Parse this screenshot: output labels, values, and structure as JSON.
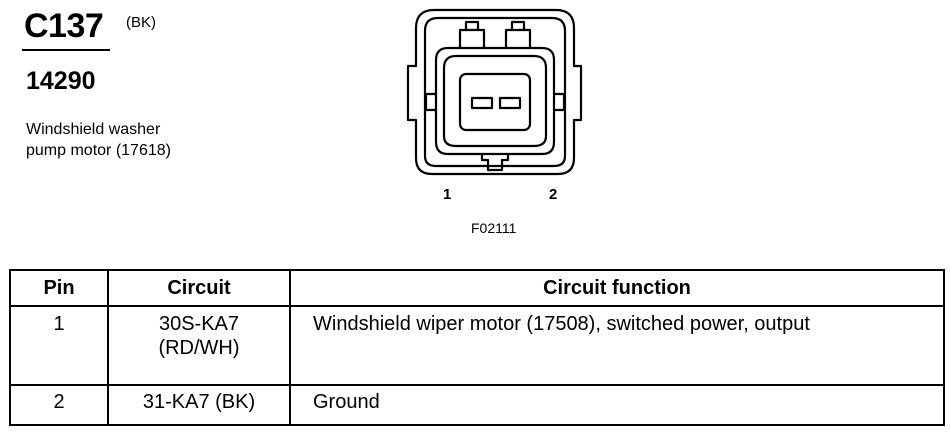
{
  "header": {
    "connector_id": "C137",
    "color_code": "(BK)",
    "part_number": "14290",
    "description_line1": "Windshield washer",
    "description_line2": "pump motor (17618)"
  },
  "diagram": {
    "pin_label_1": "1",
    "pin_label_2": "2",
    "figure_id": "F02111"
  },
  "table": {
    "headers": [
      "Pin",
      "Circuit",
      "Circuit function"
    ],
    "rows": [
      {
        "pin": "1",
        "circuit_line1": "30S-KA7",
        "circuit_line2": "(RD/WH)",
        "function": "Windshield wiper motor (17508), switched power, output"
      },
      {
        "pin": "2",
        "circuit_line1": "31-KA7 (BK)",
        "circuit_line2": "",
        "function": "Ground"
      }
    ]
  }
}
